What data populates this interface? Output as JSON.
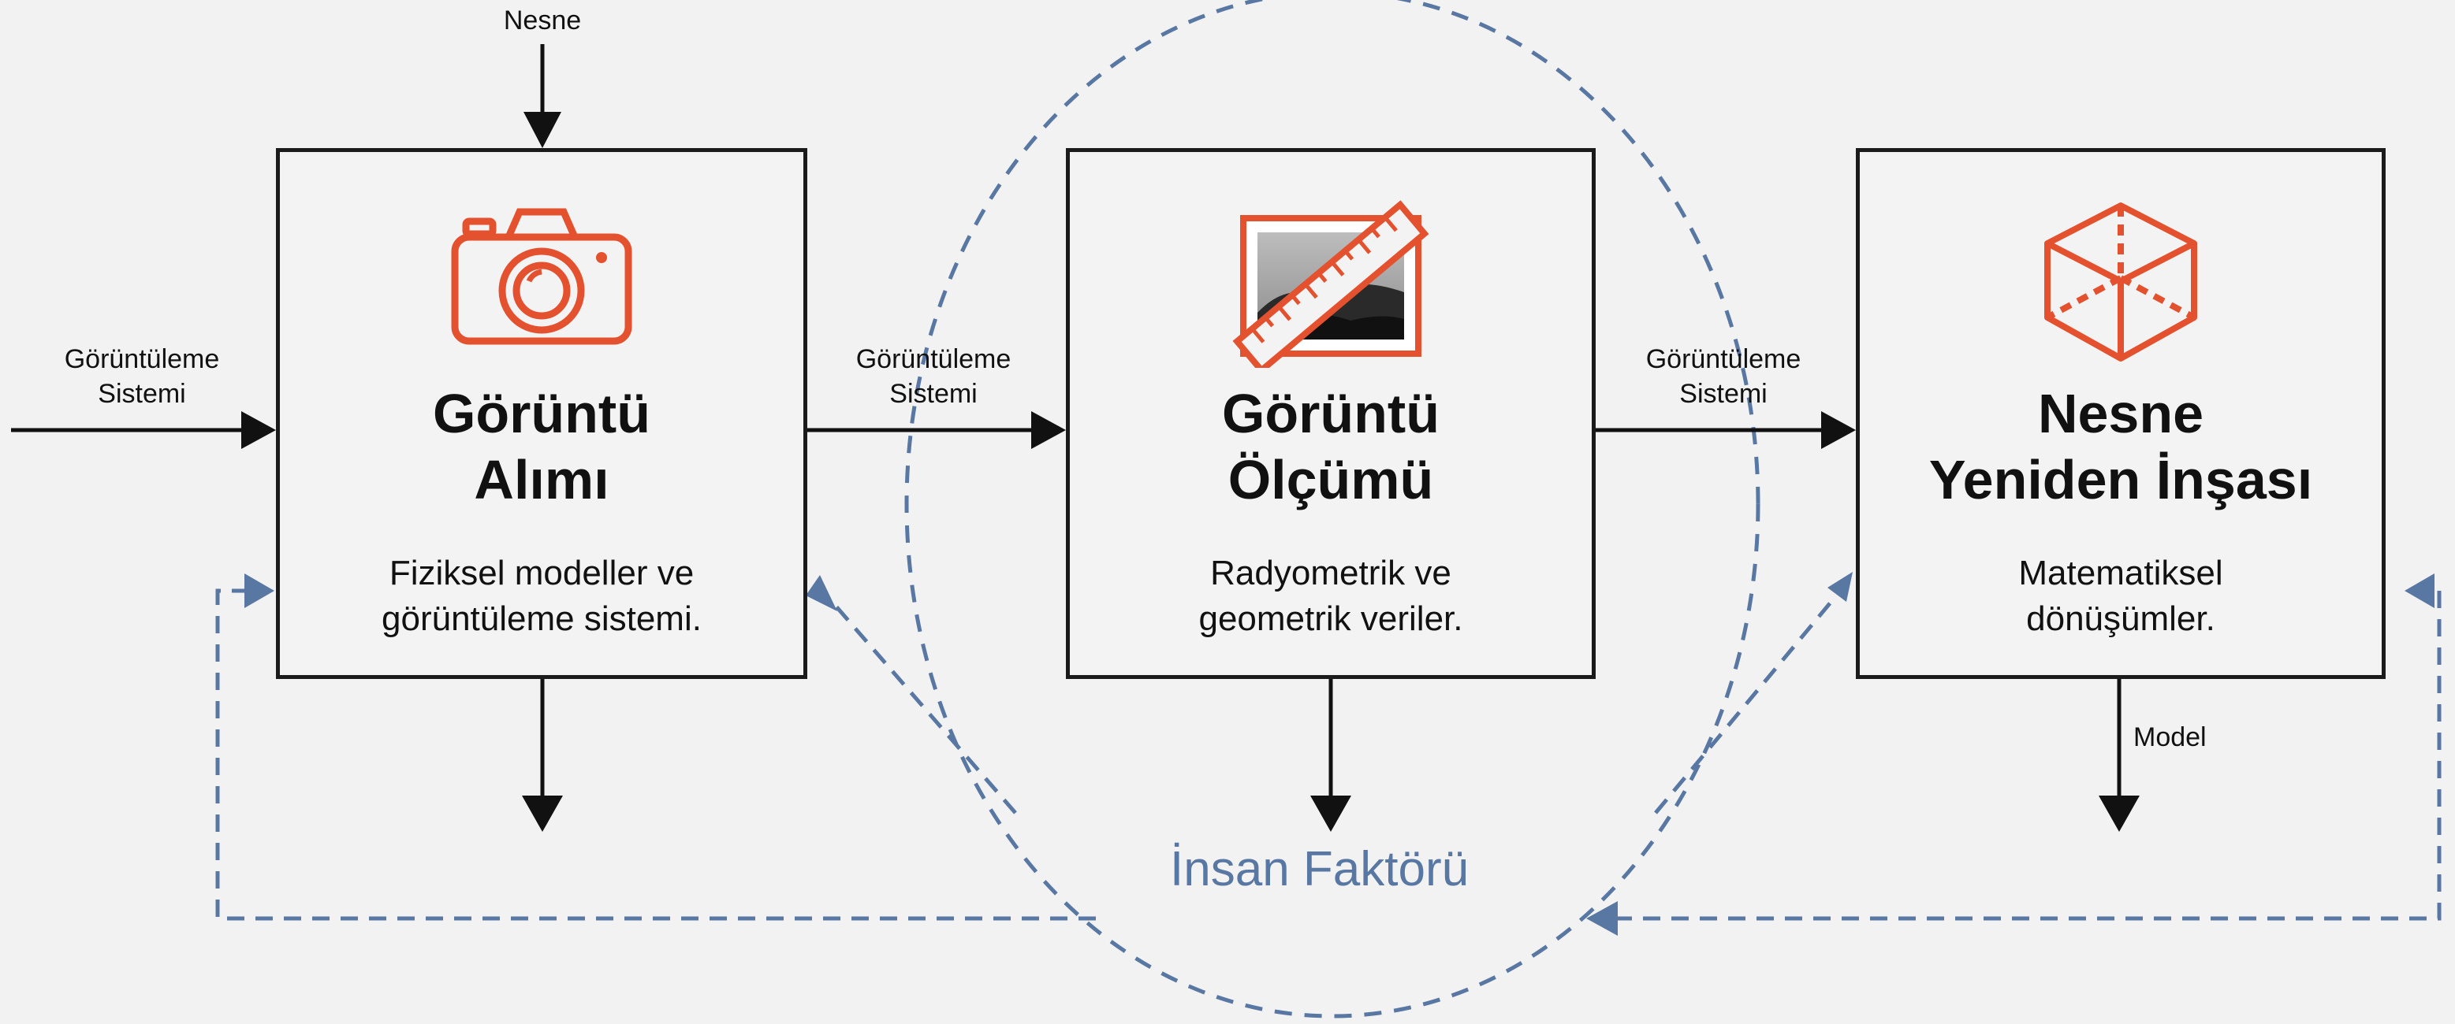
{
  "inputs": {
    "top": "Nesne",
    "left": "Görüntüleme\nSistemi",
    "between_1_2": "Görüntüleme\nSistemi",
    "between_2_3": "Görüntüleme\nSistemi"
  },
  "boxes": [
    {
      "title": "Görüntü\nAlımı",
      "description": "Fiziksel modeller ve\ngörüntüleme sistemi.",
      "icon": "camera-icon"
    },
    {
      "title": "Görüntü\nÖlçümü",
      "description": "Radyometrik ve\ngeometrik veriler.",
      "icon": "photo-ruler-icon"
    },
    {
      "title": "Nesne\nYeniden İnşası",
      "description": "Matematiksel\ndönüşümler.",
      "icon": "cube-icon"
    }
  ],
  "outputs": {
    "box3": "Model"
  },
  "human_factor": "İnsan Faktörü",
  "colors": {
    "accent": "#e4512f",
    "dashed": "#5877a2",
    "stroke": "#1b1b1b",
    "background": "#f2f2f2"
  }
}
